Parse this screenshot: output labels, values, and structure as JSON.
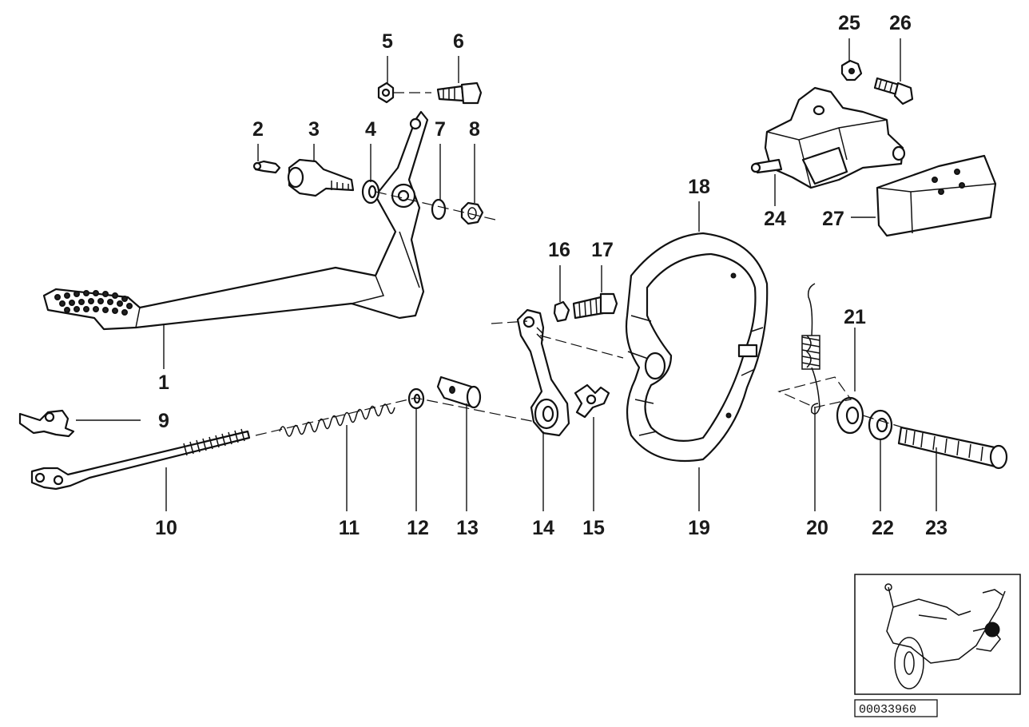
{
  "callouts": {
    "c1": "1",
    "c2": "2",
    "c3": "3",
    "c4": "4",
    "c5": "5",
    "c6": "6",
    "c7": "7",
    "c8": "8",
    "c9": "9",
    "c10": "10",
    "c11": "11",
    "c12": "12",
    "c13": "13",
    "c14": "14",
    "c15": "15",
    "c16": "16",
    "c17": "17",
    "c18": "18",
    "c19": "19",
    "c20": "20",
    "c21": "21",
    "c22": "22",
    "c23": "23",
    "c24": "24",
    "c25": "25",
    "c26": "26",
    "c27": "27"
  },
  "thumbnail": {
    "code": "00033960",
    "icon": "motorcycle-locator-icon",
    "marker_color": "#111111"
  }
}
